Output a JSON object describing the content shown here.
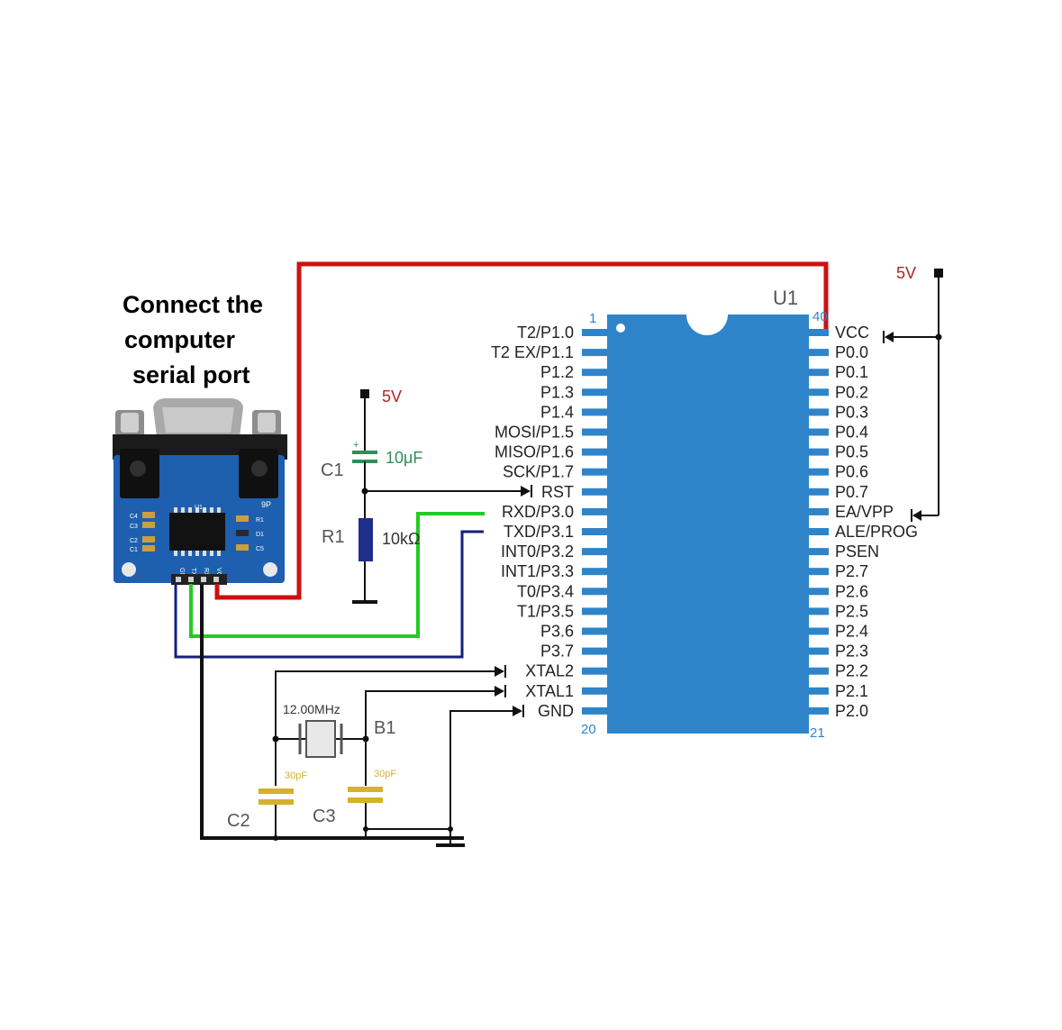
{
  "caption": [
    "Connect the",
    "computer",
    "serial port"
  ],
  "chip": {
    "name": "U1",
    "pin_numbers": {
      "top_left": "1",
      "top_right": "40",
      "bottom_left": "20",
      "bottom_right": "21"
    },
    "left_pins": [
      "T2/P1.0",
      "T2 EX/P1.1",
      "P1.2",
      "P1.3",
      "P1.4",
      "MOSI/P1.5",
      "MISO/P1.6",
      "SCK/P1.7",
      "RST",
      "RXD/P3.0",
      "TXD/P3.1",
      "INT0/P3.2",
      "INT1/P3.3",
      "T0/P3.4",
      "T1/P3.5",
      "P3.6",
      "P3.7",
      "XTAL2",
      "XTAL1",
      "GND"
    ],
    "right_pins": [
      "VCC",
      "P0.0",
      "P0.1",
      "P0.2",
      "P0.3",
      "P0.4",
      "P0.5",
      "P0.6",
      "P0.7",
      "EA/VPP",
      "ALE/PROG",
      "PSEN",
      "P2.7",
      "P2.6",
      "P2.5",
      "P2.4",
      "P2.3",
      "P2.2",
      "P2.1",
      "P2.0"
    ]
  },
  "power_right": "5V",
  "power_c1": "5V",
  "c1": {
    "name": "C1",
    "value": "10μF"
  },
  "r1": {
    "name": "R1",
    "value": "10kΩ"
  },
  "crystal": {
    "name": "B1",
    "value": "12.00MHz"
  },
  "c2": {
    "name": "C2",
    "value": "30pF"
  },
  "c3": {
    "name": "C3",
    "value": "30pF"
  },
  "module": {
    "pin_labels": [
      "GND",
      "TXD",
      "RXD",
      "VCC"
    ],
    "chip_label": "U1",
    "connector_label": "9P",
    "left_parts": [
      "C4",
      "C3",
      "C2",
      "C1"
    ],
    "right_parts": [
      "R1",
      "D1",
      "C5"
    ]
  },
  "colors": {
    "vcc_wire": "#cc1111",
    "rxd_wire": "#22cc22",
    "txd_wire": "#12207a",
    "gnd_wire": "#111111",
    "chip_fill": "#2f84c9",
    "label_red": "#b22222"
  }
}
